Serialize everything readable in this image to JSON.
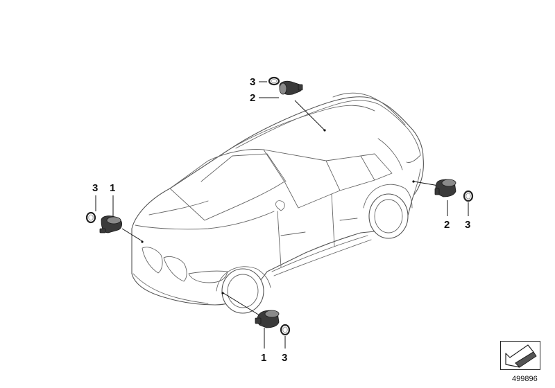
{
  "diagram": {
    "id": "499896",
    "callouts": {
      "top_3": "3",
      "top_2": "2",
      "left_3": "3",
      "left_1": "1",
      "right_2": "2",
      "right_3": "3",
      "bottom_1": "1",
      "bottom_3": "3"
    },
    "icons": {
      "car": "suv-outline-icon",
      "sensor": "parking-sensor-icon",
      "ring": "o-ring-icon",
      "nav": "arrow-nav-icon"
    }
  }
}
